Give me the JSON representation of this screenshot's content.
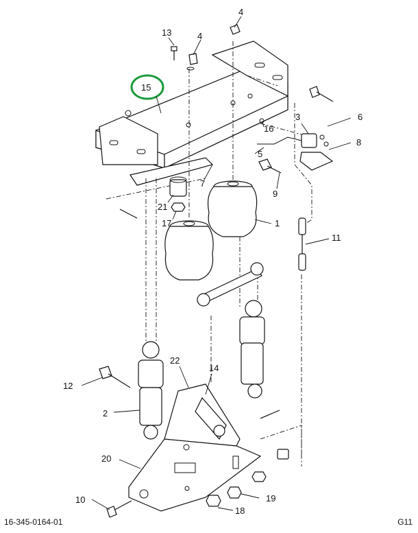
{
  "callouts": [
    {
      "id": "1",
      "label": "1"
    },
    {
      "id": "2",
      "label": "2"
    },
    {
      "id": "3",
      "label": "3"
    },
    {
      "id": "4a",
      "label": "4"
    },
    {
      "id": "4b",
      "label": "4"
    },
    {
      "id": "5",
      "label": "5"
    },
    {
      "id": "6",
      "label": "6"
    },
    {
      "id": "7",
      "label": "7"
    },
    {
      "id": "8",
      "label": "8"
    },
    {
      "id": "9",
      "label": "9"
    },
    {
      "id": "10",
      "label": "10"
    },
    {
      "id": "11",
      "label": "11"
    },
    {
      "id": "12",
      "label": "12"
    },
    {
      "id": "13",
      "label": "13"
    },
    {
      "id": "14",
      "label": "14"
    },
    {
      "id": "15",
      "label": "15"
    },
    {
      "id": "16",
      "label": "16"
    },
    {
      "id": "17",
      "label": "17"
    },
    {
      "id": "18",
      "label": "18"
    },
    {
      "id": "19",
      "label": "19"
    },
    {
      "id": "20",
      "label": "20"
    },
    {
      "id": "21",
      "label": "21"
    },
    {
      "id": "22",
      "label": "22"
    }
  ],
  "highlight_color": "#1a9a3a",
  "footer": {
    "doc_number": "16-345-0164-01",
    "sheet_code": "G11"
  }
}
